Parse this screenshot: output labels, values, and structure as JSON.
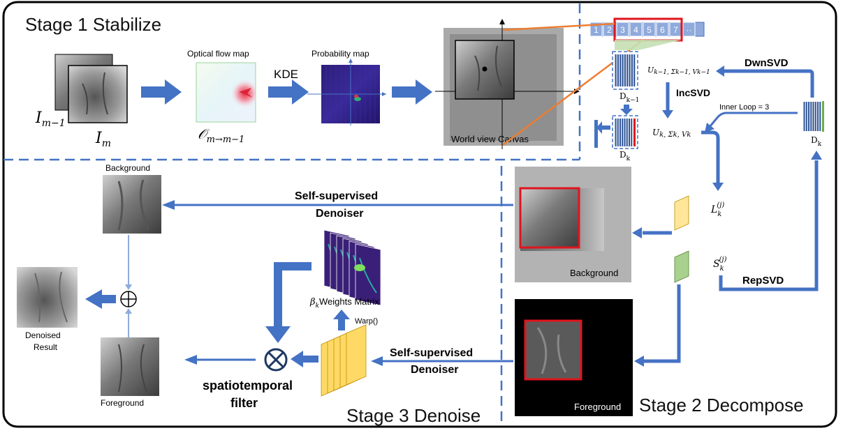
{
  "stage1": {
    "title": "Stage 1 Stabilize",
    "frame_prev": "I",
    "frame_prev_sub": "m−1",
    "frame_cur": "I",
    "frame_cur_sub": "m",
    "optical_flow_label": "Optical flow map",
    "optical_flow_symbol": "𝒪",
    "optical_flow_sub": "m→m−1",
    "kde_label": "KDE",
    "probability_label": "Probability map",
    "canvas_label": "World view Canvas"
  },
  "stage2": {
    "title": "Stage 2 Decompose",
    "sequence_cells": [
      "1",
      "2",
      "3",
      "4",
      "5",
      "6",
      "7",
      "··"
    ],
    "dk1_label": "D",
    "dk1_sub": "k−1",
    "dk_label": "D",
    "dk_sub": "k",
    "dk_right_label": "D",
    "dk_right_sub": "k",
    "usv_prev": "U",
    "usv_prev_rest": "k−1, Σk−1, Vk−1",
    "usv_cur": "U",
    "usv_cur_rest": "k, Σk, Vk",
    "dwn_svd": "DwnSVD",
    "inc_svd": "IncSVD",
    "inner_loop": "Inner Loop = 3",
    "rep_svd": "RepSVD",
    "low_rank": "L",
    "low_rank_sub": "k",
    "low_rank_sup": "(j)",
    "sparse": "S",
    "sparse_sub": "k",
    "sparse_sup": "(j)",
    "background_label": "Background",
    "foreground_label": "Foreground"
  },
  "stage3": {
    "title": "Stage 3 Denoise",
    "denoiser_top_line1": "Self-supervised",
    "denoiser_top_line2": "Denoiser",
    "denoiser_bottom_line1": "Self-supervised",
    "denoiser_bottom_line2": "Denoiser",
    "background_label": "Background",
    "foreground_label": "Foreground",
    "result_line1": "Denoised",
    "result_line2": "Result",
    "weights_beta": "β",
    "weights_sub": "k",
    "weights_label": "Weights Matrix",
    "warp_label": "Warp()",
    "filter_line1": "spatiotemporal",
    "filter_line2": "filter"
  },
  "colors": {
    "arrow_blue": "#4472c4",
    "dash_blue": "#4472c4",
    "highlight_red": "#e0141e",
    "orange_line": "#ed7d31",
    "feature_yellow": "#ffe699",
    "feature_green": "#a9d18e"
  }
}
